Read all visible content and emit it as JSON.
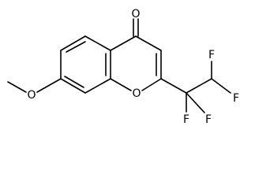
{
  "structure": {
    "atoms": {
      "carbonyl_oxygen": "O",
      "ring_oxygen": "O",
      "methoxy_oxygen": "O",
      "f1": "F",
      "f2": "F",
      "f3": "F",
      "f4": "F"
    }
  }
}
